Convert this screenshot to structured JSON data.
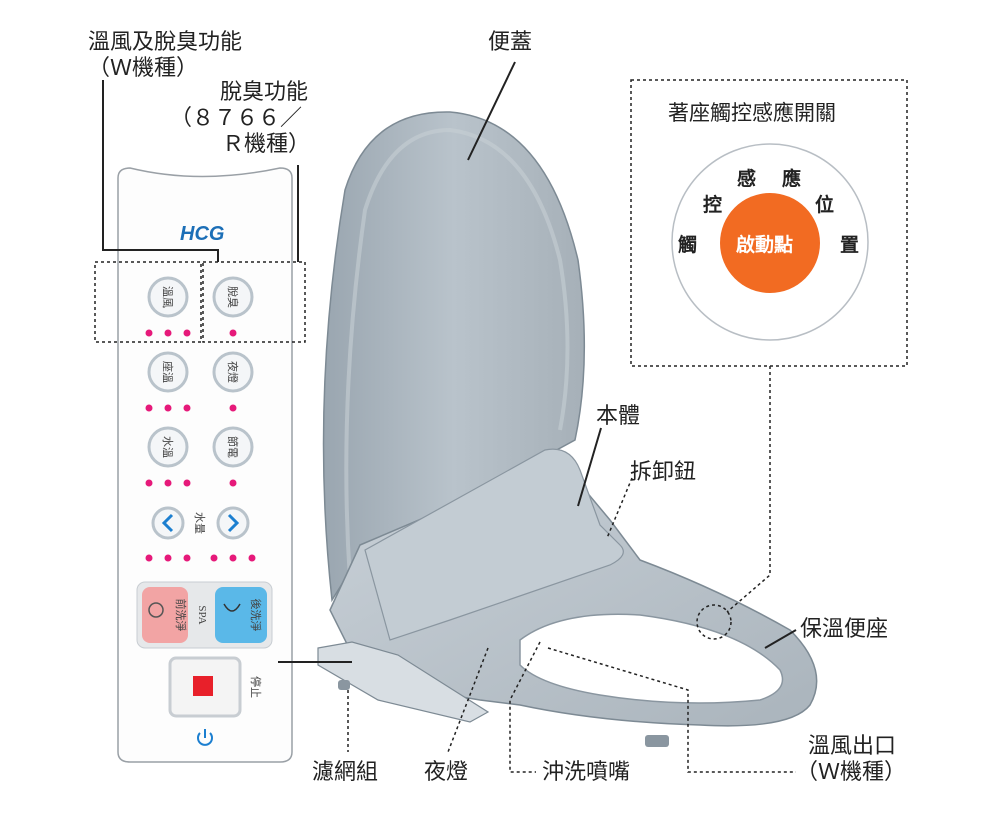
{
  "labels": {
    "warm_air_line1": "溫風及脫臭功能",
    "warm_air_line2": "（Ｗ機種）",
    "deodor_line1": "脫臭功能",
    "deodor_line2": "（８７６６／",
    "deodor_line3": "Ｒ機種）",
    "lid": "便蓋",
    "body": "本體",
    "release_button": "拆卸鈕",
    "heated_seat": "保溫便座",
    "warm_air_outlet_line1": "溫風出口",
    "warm_air_outlet_line2": "（Ｗ機種）",
    "filter": "濾網組",
    "night_light": "夜燈",
    "nozzle": "沖洗噴嘴"
  },
  "sensor_box": {
    "title": "著座觸控感應開關",
    "ring_chars": [
      "觸",
      "控",
      "感",
      "應",
      "位",
      "置"
    ],
    "center": "啟動點",
    "accent": "#f26b22"
  },
  "remote": {
    "brand": "HCG",
    "buttons": {
      "warm_air": "溫風",
      "deodor": "脫臭",
      "seat_temp": "座溫",
      "night_light": "夜燈",
      "water_temp": "水溫",
      "power_save": "節電",
      "water_volume": "水量",
      "spa": "SPA",
      "front_wash": "前洗淨",
      "rear_wash": "後洗淨",
      "stop": "停止"
    },
    "colors": {
      "dot": "#e6197a",
      "front_wash_bg": "#f2a4a4",
      "rear_wash_bg": "#5ab8e8",
      "stop_red": "#e8202a",
      "logo_blue": "#1c6fb7",
      "power_blue": "#1c7fd0"
    }
  }
}
